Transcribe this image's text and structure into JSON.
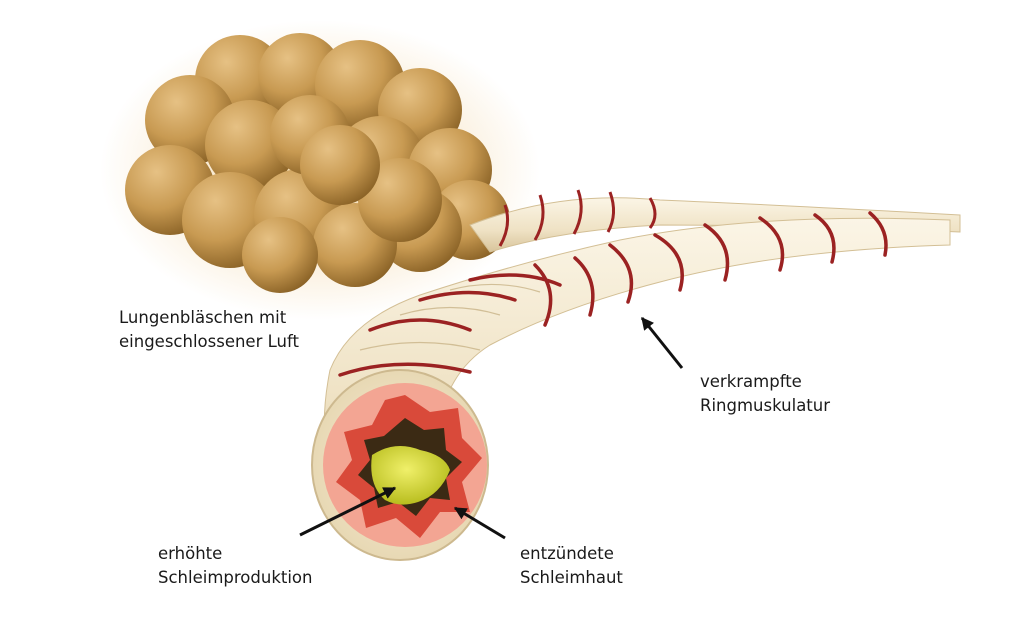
{
  "labels": {
    "alveoli": {
      "line1": "Lungenbläschen mit",
      "line2": "eingeschlossener Luft"
    },
    "muscle": {
      "line1": "verkrampfte",
      "line2": "Ringmuskulatur"
    },
    "mucus": {
      "line1": "erhöhte",
      "line2": "Schleimproduktion"
    },
    "mucosa": {
      "line1": "entzündete",
      "line2": "Schleimhaut"
    }
  },
  "colors": {
    "alveolus": "#c89a52",
    "alveolus_dark": "#8a6226",
    "tube": "#f1e6cd",
    "tube_shadow": "#d6c39c",
    "muscle_band": "#9b2222",
    "mucosa_outer": "#f3a593",
    "mucosa_inflamed": "#d94a3a",
    "mucus": "#d8dc3a",
    "lumen": "#3b2a14",
    "arrow": "#111111"
  }
}
